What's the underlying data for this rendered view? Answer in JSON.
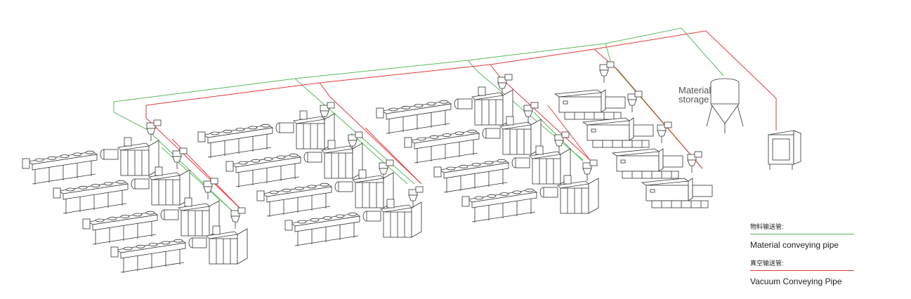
{
  "diagram": {
    "storage_label_line1": "Material",
    "storage_label_line2": "storage",
    "legend": {
      "material_cn": "物料输送管:",
      "material_en": "Material conveying pipe",
      "vacuum_cn": "真空输送管:",
      "vacuum_en": "Vacuum Conveying Pipe"
    },
    "colors": {
      "material_pipe": "#5cb85c",
      "vacuum_pipe": "#e03a3a",
      "machine_outline": "#333333"
    },
    "icons": {
      "extrusion_line": "extrusion-line-icon",
      "injection_machine": "injection-machine-icon",
      "silo": "material-silo-icon",
      "vacuum_pump": "vacuum-pump-cabinet-icon",
      "hopper_loader": "hopper-loader-icon"
    }
  }
}
